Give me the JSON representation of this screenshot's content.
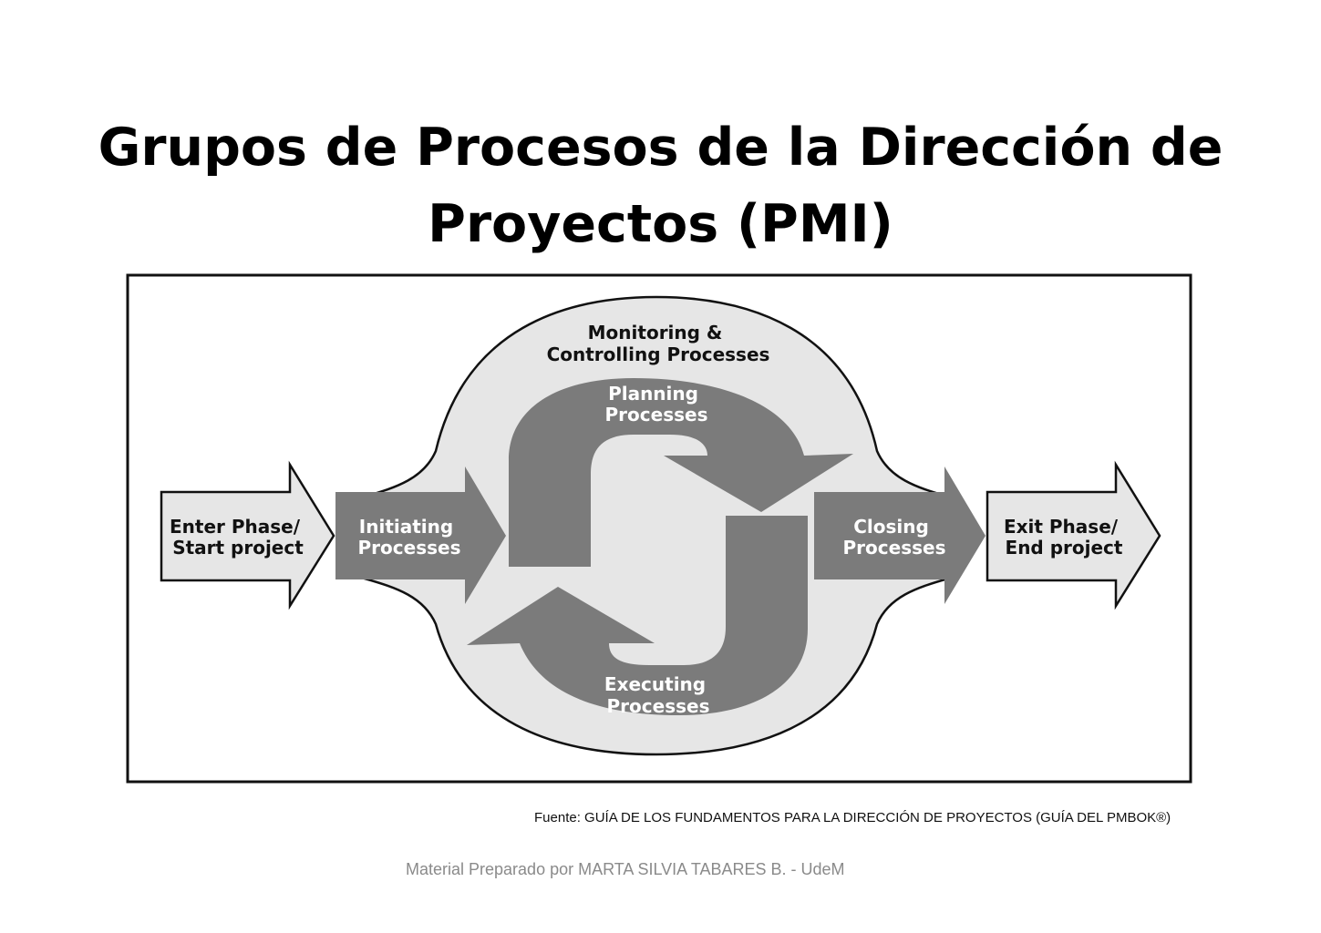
{
  "title": {
    "line1": "Grupos de Procesos de la Dirección de",
    "line2": "Proyectos (PMI)"
  },
  "diagram": {
    "monitoring": {
      "line1": "Monitoring &",
      "line2": "Controlling Processes"
    },
    "planning": {
      "line1": "Planning",
      "line2": "Processes"
    },
    "executing": {
      "line1": "Executing",
      "line2": "Processes"
    },
    "initiating": {
      "line1": "Initiating",
      "line2": "Processes"
    },
    "closing": {
      "line1": "Closing",
      "line2": "Processes"
    },
    "enter": {
      "line1": "Enter Phase/",
      "line2": "Start project"
    },
    "exit": {
      "line1": "Exit Phase/",
      "line2": "End project"
    }
  },
  "source_note": "Fuente: GUÍA DE LOS FUNDAMENTOS PARA LA DIRECCIÓN DE PROYECTOS (GUÍA DEL PMBOK®)",
  "footer": "Material Preparado por MARTA SILVIA TABARES B. -  UdeM",
  "colors": {
    "process_gray": "#7b7b7b",
    "bubble_fill": "#e6e6e6",
    "outline": "#111111"
  }
}
